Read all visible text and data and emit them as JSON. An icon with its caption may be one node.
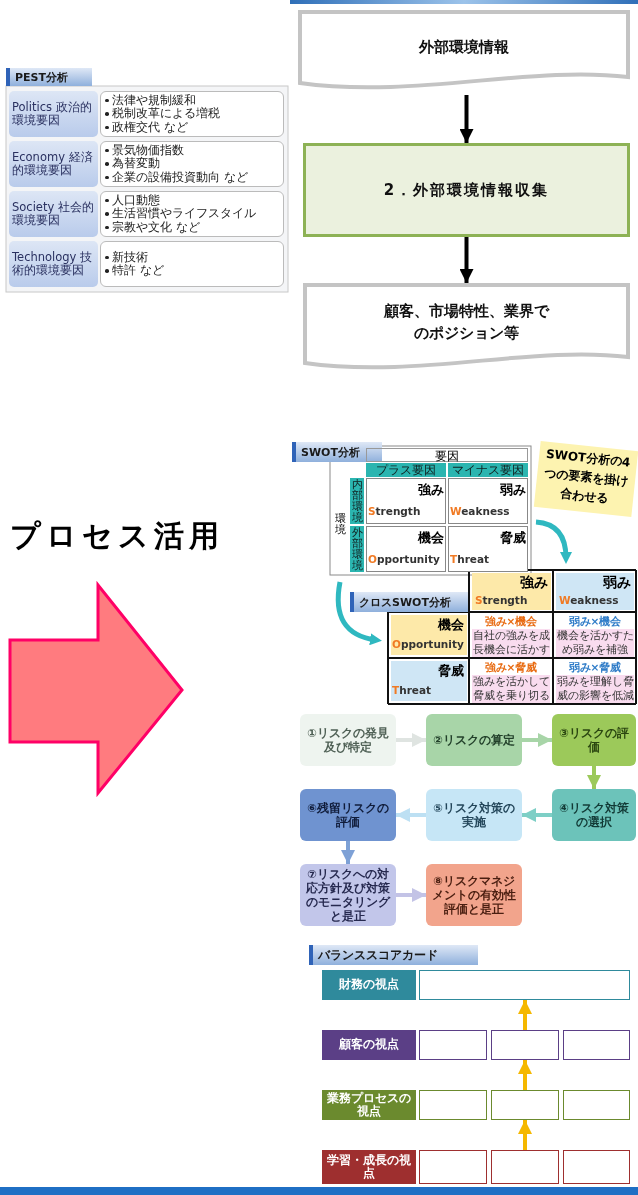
{
  "diagram": {
    "nodes": [
      {
        "text": [
          "外部環境情報"
        ]
      },
      {
        "text": [
          "2．外部環境情報収集"
        ]
      },
      {
        "text": [
          "顧客、市場特性、業界でのポジション等"
        ]
      },
      {
        "text": [
          "①リスクの発見及び特定"
        ]
      },
      {
        "text": [
          "②リスクの算定"
        ]
      },
      {
        "text": [
          "③リスクの評価"
        ]
      },
      {
        "text": [
          "④リスク対策の選択"
        ]
      },
      {
        "text": [
          "⑤リスク対策の実施"
        ]
      },
      {
        "text": [
          "⑥残留リスクの評価"
        ]
      },
      {
        "text": [
          "⑦リスクへの対応方針及び対策のモニタリングと是正"
        ]
      },
      {
        "text": [
          "⑧リスクマネジメントの有効性評価と是正"
        ]
      },
      {
        "text": [
          "財務の視点"
        ]
      },
      {
        "text": [],
        "shape": "box"
      },
      {
        "text": [
          "顧客の視点"
        ]
      },
      {
        "text": [],
        "shape": "box"
      },
      {
        "text": [],
        "shape": "box"
      },
      {
        "text": [],
        "shape": "box"
      },
      {
        "text": [
          "業務プロセスの視点"
        ]
      },
      {
        "text": [],
        "shape": "box"
      },
      {
        "text": [],
        "shape": "box"
      },
      {
        "text": [],
        "shape": "box"
      },
      {
        "text": [
          "学習・成長の視点"
        ]
      },
      {
        "text": [],
        "shape": "box"
      },
      {
        "text": [],
        "shape": "box"
      },
      {
        "text": [],
        "shape": "box"
      }
    ],
    "edges": [
      {
        "from": 0,
        "to": 1,
        "arrow": "to",
        "color": "#000000"
      },
      {
        "from": 1,
        "to": 2,
        "arrow": "to",
        "color": "#000000"
      },
      {
        "from": 3,
        "to": 4,
        "arrow": "to",
        "color": "#dfe4e1"
      },
      {
        "from": 4,
        "to": 5,
        "arrow": "to",
        "color": "#a8d5a8"
      },
      {
        "from": 5,
        "to": 6,
        "arrow": "to",
        "color": "#9cc95a"
      },
      {
        "from": 6,
        "to": 7,
        "arrow": "to",
        "color": "#7ecfc6"
      },
      {
        "from": 7,
        "to": 8,
        "arrow": "to",
        "color": "#bde0f3"
      },
      {
        "from": 8,
        "to": 9,
        "arrow": "to",
        "color": "#7ea1d6"
      },
      {
        "from": 9,
        "to": 10,
        "arrow": "to",
        "color": "#c3c3e6"
      },
      {
        "from": 15,
        "to": 12,
        "arrow": "to",
        "color": "#f5b800"
      },
      {
        "from": 19,
        "to": 15,
        "arrow": "to",
        "color": "#f5b800"
      },
      {
        "from": 23,
        "to": 19,
        "arrow": "to",
        "color": "#f5b800"
      }
    ],
    "labels": [
      "PEST分析",
      "Politics 政治的環境要因",
      "法律や規制緩和",
      "税制改革による増税",
      "政権交代 など",
      "Economy 経済的環境要因",
      "景気物価指数",
      "為替変動",
      "企業の設備投資動向 など",
      "Society 社会的環境要因",
      "人口動態",
      "生活習慣やライフスタイル",
      "宗教や文化 など",
      "Technology 技術的環境要因",
      "新技術",
      "特許 など",
      "プロセス活用",
      "SWOT分析",
      "要因",
      "プラス要因",
      "マイナス要因",
      "環境",
      "内部環境",
      "強み",
      "Strength",
      "弱み",
      "Weakness",
      "外部環境",
      "機会",
      "Opportunity",
      "脅威",
      "Threat",
      "SWOT分析の4つの要素を掛け合わせる",
      "クロスSWOT分析",
      "強み",
      "Strength",
      "弱み",
      "Weakness",
      "機会",
      "Opportunity",
      "強み×機会",
      "自社の強みを成長機会に活かす",
      "弱み×機会",
      "機会を活かすため弱みを補強",
      "脅威",
      "Threat",
      "強み×脅威",
      "強みを活かして脅威を乗り切る",
      "弱み×脅威",
      "弱みを理解し脅威の影響を低減",
      "バランススコアカード"
    ]
  }
}
